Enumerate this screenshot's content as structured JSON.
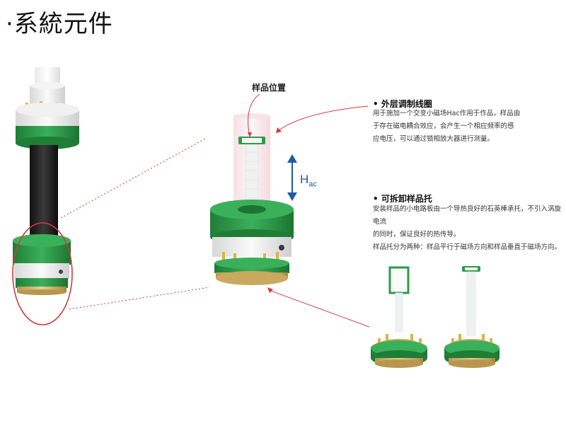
{
  "title": "·系統元件",
  "sample_position_label": "样品位置",
  "field_label": {
    "main": "H",
    "sub": "ac"
  },
  "sections": {
    "coil": {
      "title": "• 外层调制线圈",
      "body": [
        "用于施加一个交变小磁场Hac作用于作品，样品由",
        "于存在磁电耦合效应，会产生一个相应频率的感",
        "应电压，可以通过锁相放大器进行测量。"
      ]
    },
    "holder": {
      "title": "• 可拆卸样品托",
      "body": [
        "安装样品的小电路板由一个导热良好的石英棒承托，不引入涡旋电流",
        "的同时，保证良好的热传导。",
        "样品托分为两种：样品平行于磁场方向和样品垂直于磁场方向。"
      ]
    }
  },
  "colors": {
    "pcb_green": "#2e9a48",
    "brass": "#d9b97a",
    "pointer_red": "#d23a3a",
    "arrow_blue": "#1f5aa6"
  },
  "icons": {
    "field_arrow": "double-arrow-vertical",
    "bullet": "bullet-dot"
  }
}
